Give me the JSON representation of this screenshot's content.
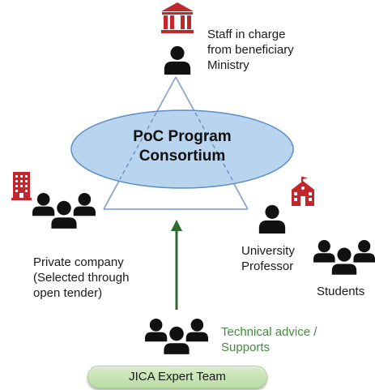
{
  "colors": {
    "ellipse_fill": "#b9d4ef",
    "ellipse_stroke": "#5b8ec7",
    "triangle_stroke": "#8aa6cf",
    "arrow": "#2f6b2f",
    "people": "#111111",
    "building_red": "#c0282d",
    "accent_green": "#3f8c3a",
    "button_fill": "#c8e4b6"
  },
  "icons": {
    "ministry": "government-building-icon",
    "staff": "person-icon",
    "private_company": "office-building-icon",
    "private_group": "people-group-icon",
    "university": "school-building-icon",
    "professor": "person-icon",
    "students": "people-group-icon",
    "jica": "people-group-icon"
  },
  "ellipse": {
    "line1": "PoC Program",
    "line2": "Consortium"
  },
  "labels": {
    "staff": [
      "Staff in charge",
      "from beneficiary",
      "Ministry"
    ],
    "private": [
      "Private company",
      "(Selected through",
      "open tender)"
    ],
    "university": [
      "University",
      "Professor"
    ],
    "students": "Students",
    "technical": [
      "Technical advice /",
      "Supports"
    ]
  },
  "footer": {
    "jica_button": "JICA Expert Team"
  }
}
